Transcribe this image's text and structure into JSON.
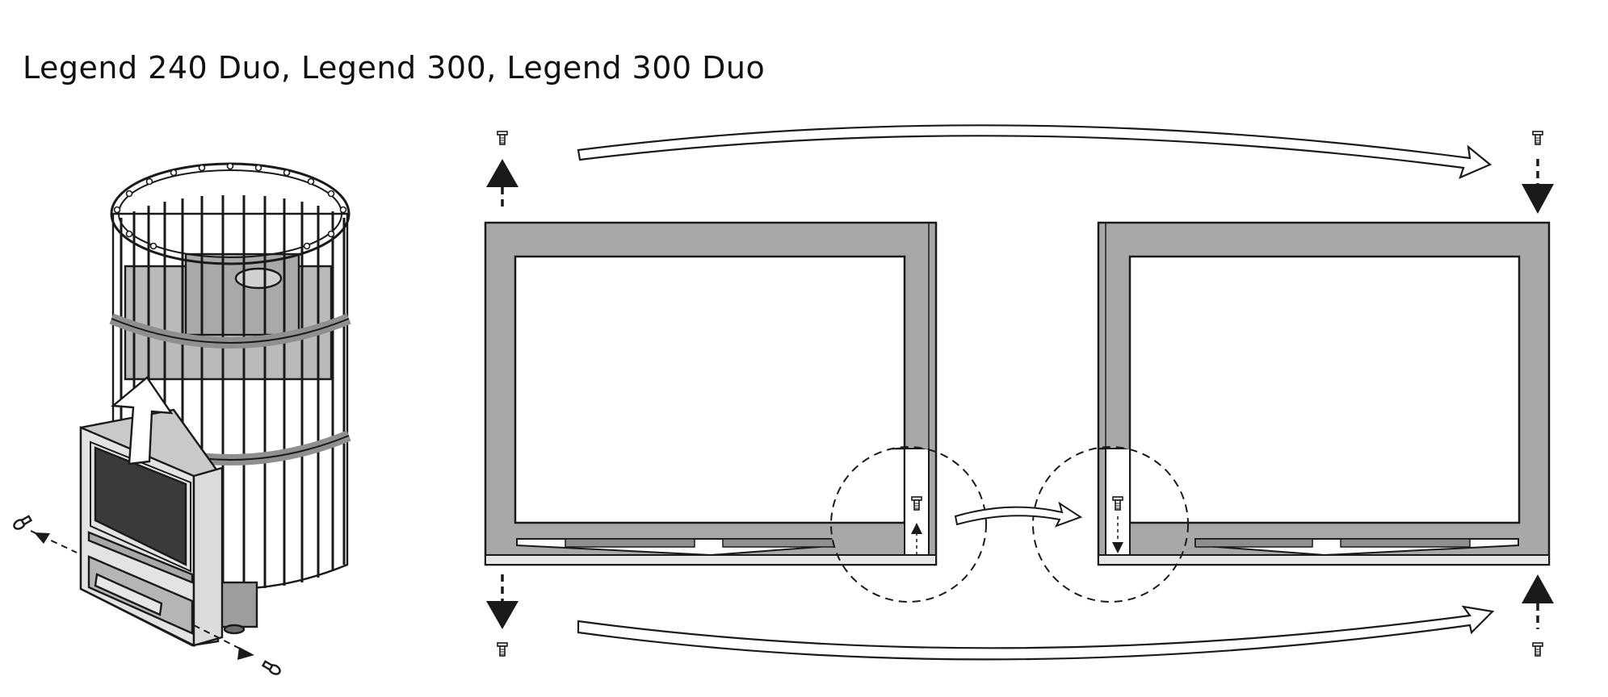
{
  "title": "Legend 240 Duo, Legend 300, Legend 300 Duo",
  "colors": {
    "frame_fill": "#a7a8aa",
    "stroke": "#1a1a1a",
    "background": "#ffffff",
    "glass": "#3a3a3c",
    "metal": "#8e8f91",
    "panel": "#d9d9da"
  },
  "icons": [
    "stove-illustration",
    "screw-icon",
    "arrow-up-icon",
    "arrow-down-icon",
    "curved-arrow-icon",
    "detail-circle"
  ]
}
